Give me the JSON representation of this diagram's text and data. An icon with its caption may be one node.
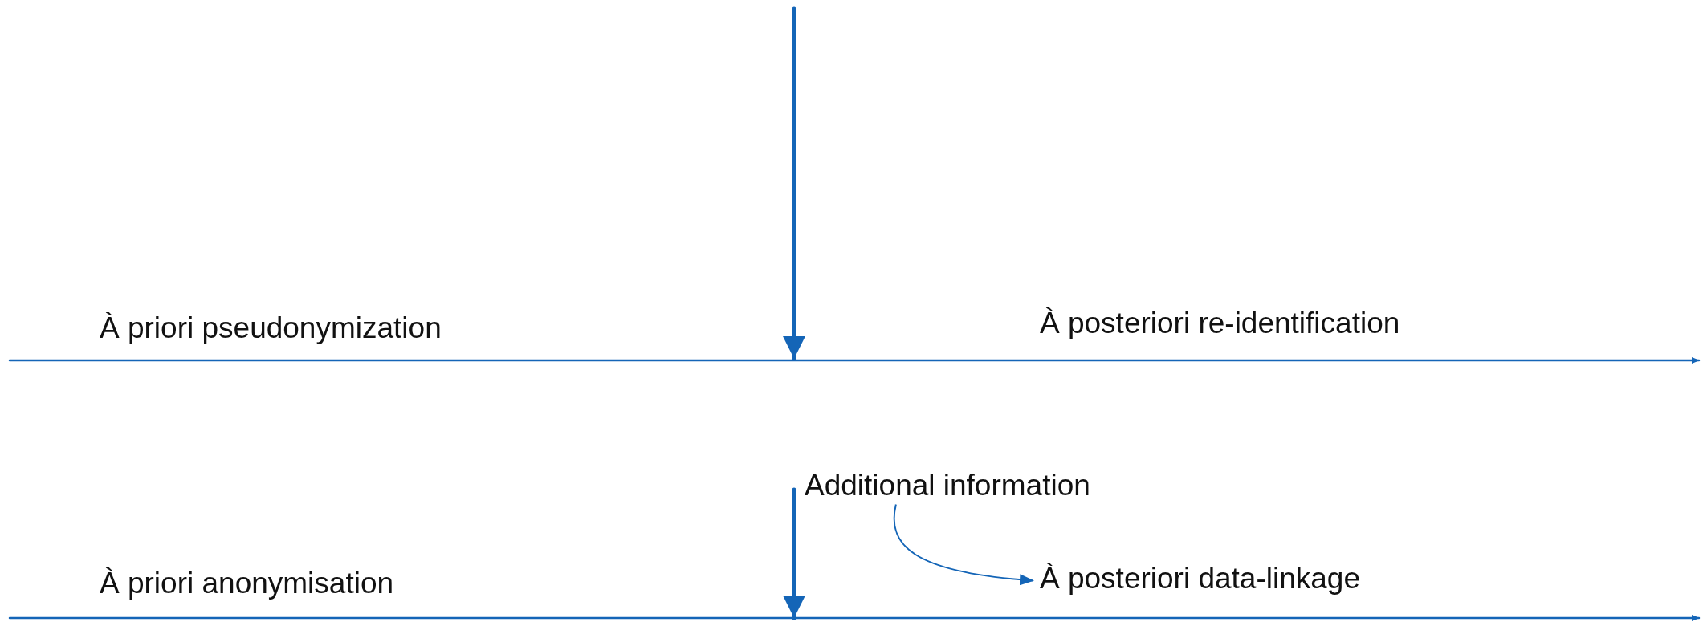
{
  "diagram": {
    "nodes": [
      {
        "text": [
          "À priori pseudonymization"
        ]
      },
      {
        "text": [
          "À posteriori re-identification"
        ]
      },
      {
        "text": [
          "Additional information"
        ]
      },
      {
        "text": [
          "À priori anonymisation"
        ]
      },
      {
        "text": [
          "À posteriori data-linkage"
        ]
      }
    ],
    "edges": [
      {
        "from": 2,
        "to": 4,
        "arrow": "to"
      }
    ]
  }
}
